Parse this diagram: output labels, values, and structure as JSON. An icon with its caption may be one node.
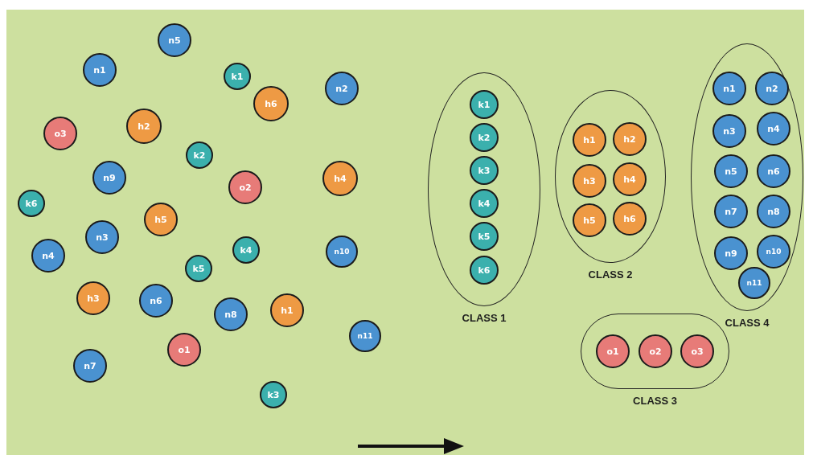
{
  "diagram": {
    "nodes": [
      {
        "text": [
          "n5"
        ]
      },
      {
        "text": [
          "n1"
        ]
      },
      {
        "text": [
          "k1"
        ]
      },
      {
        "text": [
          "n2"
        ]
      },
      {
        "text": [
          "h6"
        ]
      },
      {
        "text": [
          "h2"
        ]
      },
      {
        "text": [
          "o3"
        ]
      },
      {
        "text": [
          "k2"
        ]
      },
      {
        "text": [
          "n9"
        ]
      },
      {
        "text": [
          "h4"
        ]
      },
      {
        "text": [
          "o2"
        ]
      },
      {
        "text": [
          "k6"
        ]
      },
      {
        "text": [
          "h5"
        ]
      },
      {
        "text": [
          "n3"
        ]
      },
      {
        "text": [
          "k4"
        ]
      },
      {
        "text": [
          "n10"
        ]
      },
      {
        "text": [
          "n4"
        ]
      },
      {
        "text": [
          "k5"
        ]
      },
      {
        "text": [
          "h3"
        ]
      },
      {
        "text": [
          "n6"
        ]
      },
      {
        "text": [
          "h1"
        ]
      },
      {
        "text": [
          "n8"
        ]
      },
      {
        "text": [
          "n11"
        ]
      },
      {
        "text": [
          "o1"
        ]
      },
      {
        "text": [
          "n7"
        ]
      },
      {
        "text": [
          "k3"
        ]
      },
      {
        "text": [
          "CLASS 1"
        ]
      },
      {
        "text": [
          "k1"
        ],
        "in": 26
      },
      {
        "text": [
          "k2"
        ],
        "in": 26
      },
      {
        "text": [
          "k3"
        ],
        "in": 26
      },
      {
        "text": [
          "k4"
        ],
        "in": 26
      },
      {
        "text": [
          "k5"
        ],
        "in": 26
      },
      {
        "text": [
          "k6"
        ],
        "in": 26
      },
      {
        "text": [
          "CLASS 2"
        ]
      },
      {
        "text": [
          "h1"
        ],
        "in": 33
      },
      {
        "text": [
          "h2"
        ],
        "in": 33
      },
      {
        "text": [
          "h3"
        ],
        "in": 33
      },
      {
        "text": [
          "h4"
        ],
        "in": 33
      },
      {
        "text": [
          "h5"
        ],
        "in": 33
      },
      {
        "text": [
          "h6"
        ],
        "in": 33
      },
      {
        "text": [
          "CLASS 4"
        ]
      },
      {
        "text": [
          "n1"
        ],
        "in": 40
      },
      {
        "text": [
          "n2"
        ],
        "in": 40
      },
      {
        "text": [
          "n3"
        ],
        "in": 40
      },
      {
        "text": [
          "n4"
        ],
        "in": 40
      },
      {
        "text": [
          "n5"
        ],
        "in": 40
      },
      {
        "text": [
          "n6"
        ],
        "in": 40
      },
      {
        "text": [
          "n7"
        ],
        "in": 40
      },
      {
        "text": [
          "n8"
        ],
        "in": 40
      },
      {
        "text": [
          "n9"
        ],
        "in": 40
      },
      {
        "text": [
          "n10"
        ],
        "in": 40
      },
      {
        "text": [
          "n11"
        ],
        "in": 40
      },
      {
        "text": [
          "CLASS 3"
        ]
      },
      {
        "text": [
          "o1"
        ],
        "in": 52
      },
      {
        "text": [
          "o2"
        ],
        "in": 52
      },
      {
        "text": [
          "o3"
        ],
        "in": 52
      }
    ]
  }
}
